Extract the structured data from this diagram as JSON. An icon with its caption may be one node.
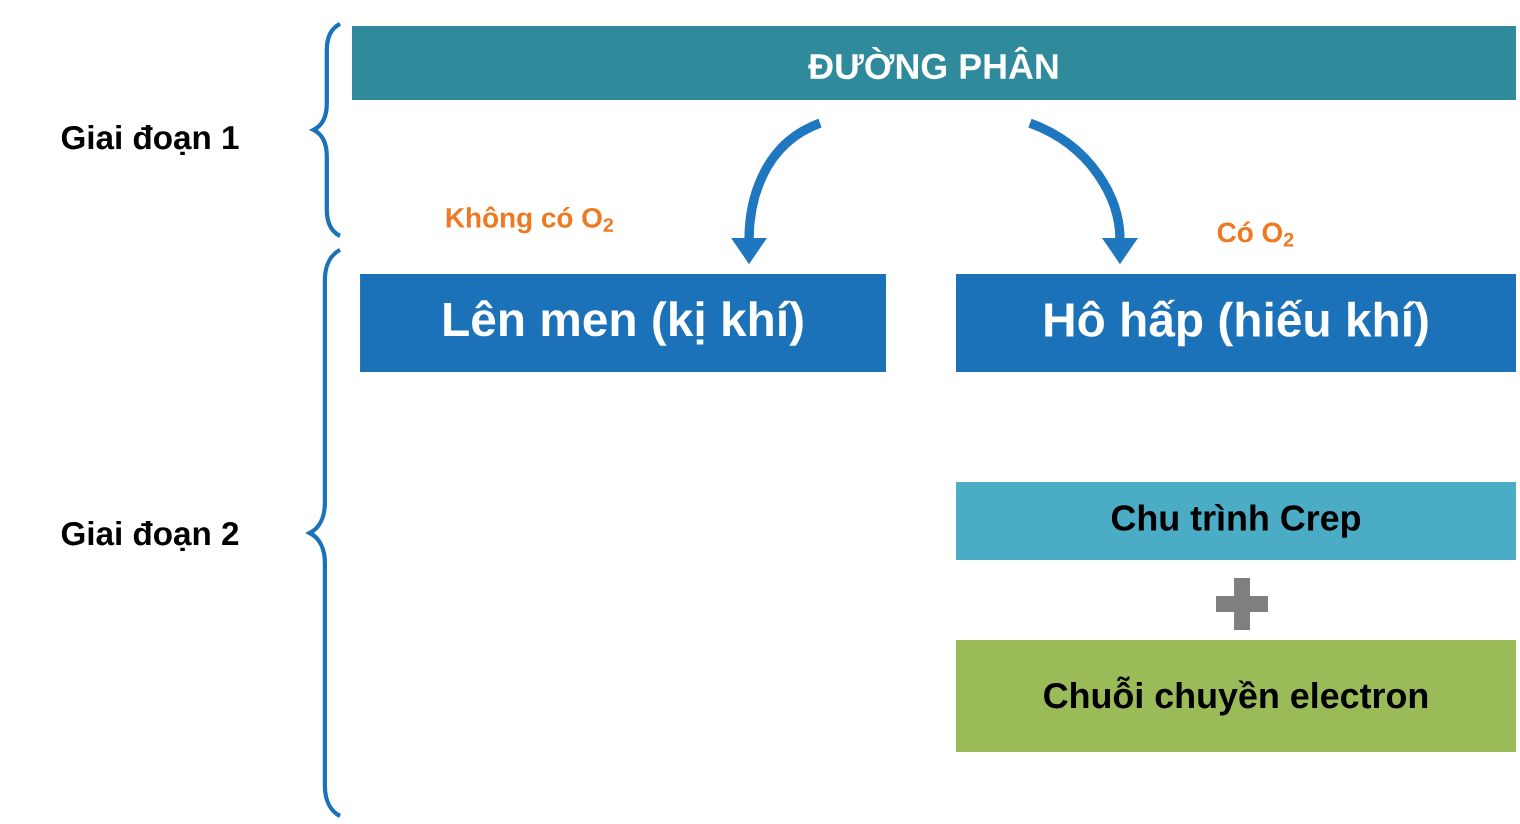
{
  "diagram": {
    "nodes": [
      {
        "text": [
          "ĐƯỜNG PHÂN"
        ]
      },
      {
        "text": [
          "Lên men (kị khí)"
        ]
      },
      {
        "text": [
          "Hô hấp (hiếu khí)"
        ]
      },
      {
        "text": [
          "Chu trình Crep"
        ]
      },
      {
        "text": [
          "Chuỗi chuyền electron"
        ]
      }
    ],
    "edges": [
      {
        "from": 0,
        "to": 1,
        "arrow": "to",
        "label": "Không có O$_{2}$"
      },
      {
        "from": 0,
        "to": 2,
        "arrow": "to",
        "label": "Có O$_{2}$"
      }
    ],
    "labels": [
      "Giai đoạn 1",
      "Giai đoạn 2"
    ]
  }
}
